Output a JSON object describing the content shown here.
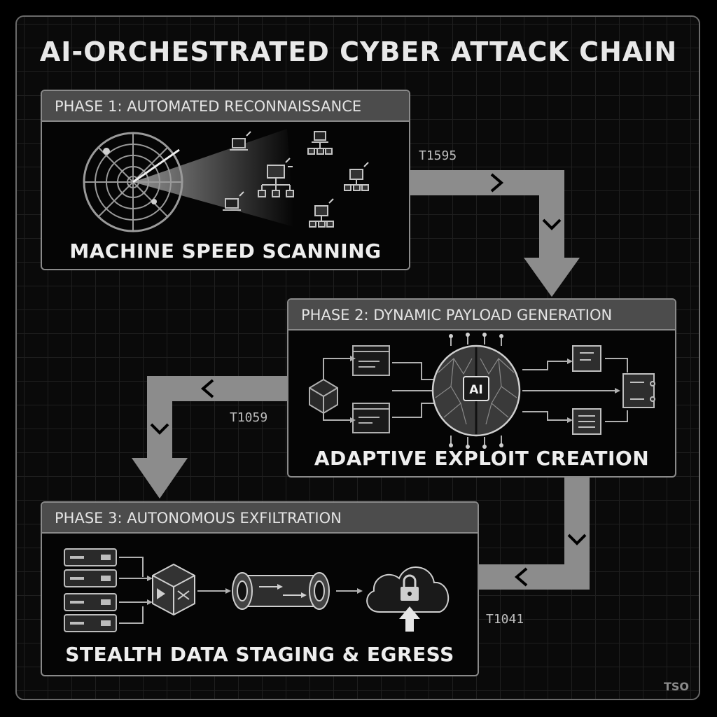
{
  "title": "AI-ORCHESTRATED CYBER ATTACK CHAIN",
  "phases": [
    {
      "header": "PHASE 1: AUTOMATED RECONNAISSANCE",
      "caption": "MACHINE SPEED SCANNING"
    },
    {
      "header": "PHASE 2: DYNAMIC PAYLOAD GENERATION",
      "caption": "ADAPTIVE EXPLOIT CREATION",
      "ai_label": "AI"
    },
    {
      "header": "PHASE 3: AUTONOMOUS EXFILTRATION",
      "caption": "STEALTH DATA STAGING & EGRESS"
    }
  ],
  "technique_ids": [
    "T1595",
    "T1059",
    "T1041"
  ],
  "corner_mark": "TSO",
  "colors": {
    "arrow": "#8c8c8c",
    "panel_header": "#4c4c4c",
    "border": "#8a8a8a",
    "grid": "#1f1f1f"
  },
  "icons": [
    "radar-icon",
    "network-node-icon",
    "laptop-icon",
    "code-window-icon",
    "cube-icon",
    "ai-brain-icon",
    "puzzle-module-icon",
    "server-rack-icon",
    "shuffle-box-icon",
    "tunnel-pipe-icon",
    "cloud-lock-icon",
    "upload-arrow-icon"
  ]
}
